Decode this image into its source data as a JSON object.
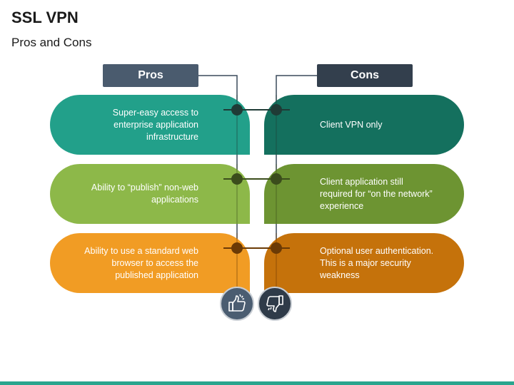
{
  "title": "SSL VPN",
  "subtitle": "Pros and Cons",
  "headers": {
    "pros": "Pros",
    "cons": "Cons"
  },
  "pros": [
    "Super-easy access to enterprise application infrastructure",
    "Ability to “publish” non-web applications",
    "Ability to use a standard web browser to access the published application"
  ],
  "cons": [
    "Client VPN only",
    "Client application still required for “on the network” experience",
    "Optional user authentication. This is a major security weakness"
  ],
  "icons": {
    "pros": "thumbs-up-icon",
    "cons": "thumbs-down-icon"
  },
  "colors": {
    "header": "#3a4a5c",
    "teal": "#22a08a",
    "teal_dark": "#14705e",
    "green": "#8db849",
    "green_dark": "#6d9432",
    "orange": "#f19c24",
    "orange_dark": "#c5720b",
    "accent_bar": "#2aa58e"
  }
}
